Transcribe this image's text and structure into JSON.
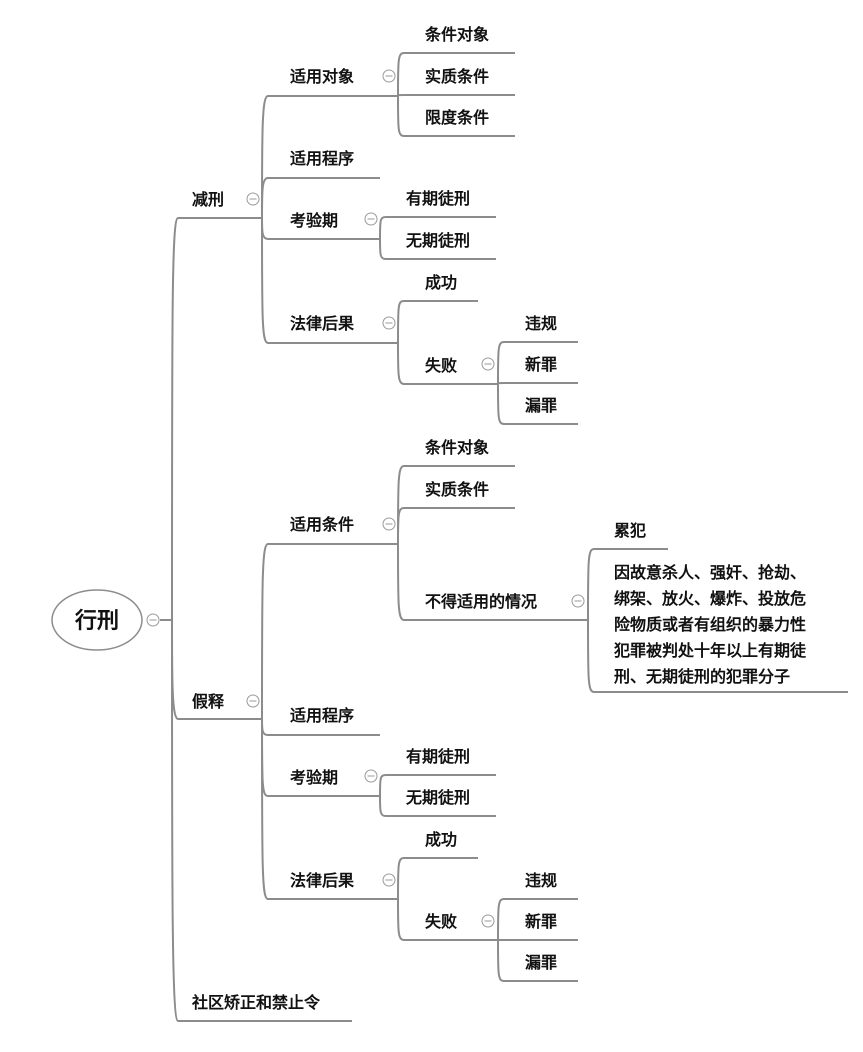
{
  "root": {
    "label": "行刑"
  },
  "nodes": {
    "jianxing": "减刑",
    "jx_duixiang": "适用对象",
    "jx_dx_1": "条件对象",
    "jx_dx_2": "实质条件",
    "jx_dx_3": "限度条件",
    "jx_chengxu": "适用程序",
    "jx_kaoyan": "考验期",
    "jx_ky_1": "有期徒刑",
    "jx_ky_2": "无期徒刑",
    "jx_houguo": "法律后果",
    "jx_hg_chenggong": "成功",
    "jx_hg_shibai": "失败",
    "jx_sb_1": "违规",
    "jx_sb_2": "新罪",
    "jx_sb_3": "漏罪",
    "jiashi": "假释",
    "js_tiaojian": "适用条件",
    "js_tj_1": "条件对象",
    "js_tj_2": "实质条件",
    "js_tj_3": "不得适用的情况",
    "js_bd_1": "累犯",
    "js_bd_2_lines": [
      "因故意杀人、强奸、抢劫、",
      "绑架、放火、爆炸、投放危",
      "险物质或者有组织的暴力性",
      "犯罪被判处十年以上有期徒",
      "刑、无期徒刑的犯罪分子"
    ],
    "js_chengxu": "适用程序",
    "js_kaoyan": "考验期",
    "js_ky_1": "有期徒刑",
    "js_ky_2": "无期徒刑",
    "js_houguo": "法律后果",
    "js_hg_chenggong": "成功",
    "js_hg_shibai": "失败",
    "js_sb_1": "违规",
    "js_sb_2": "新罪",
    "js_sb_3": "漏罪",
    "shequ": "社区矫正和禁止令"
  }
}
